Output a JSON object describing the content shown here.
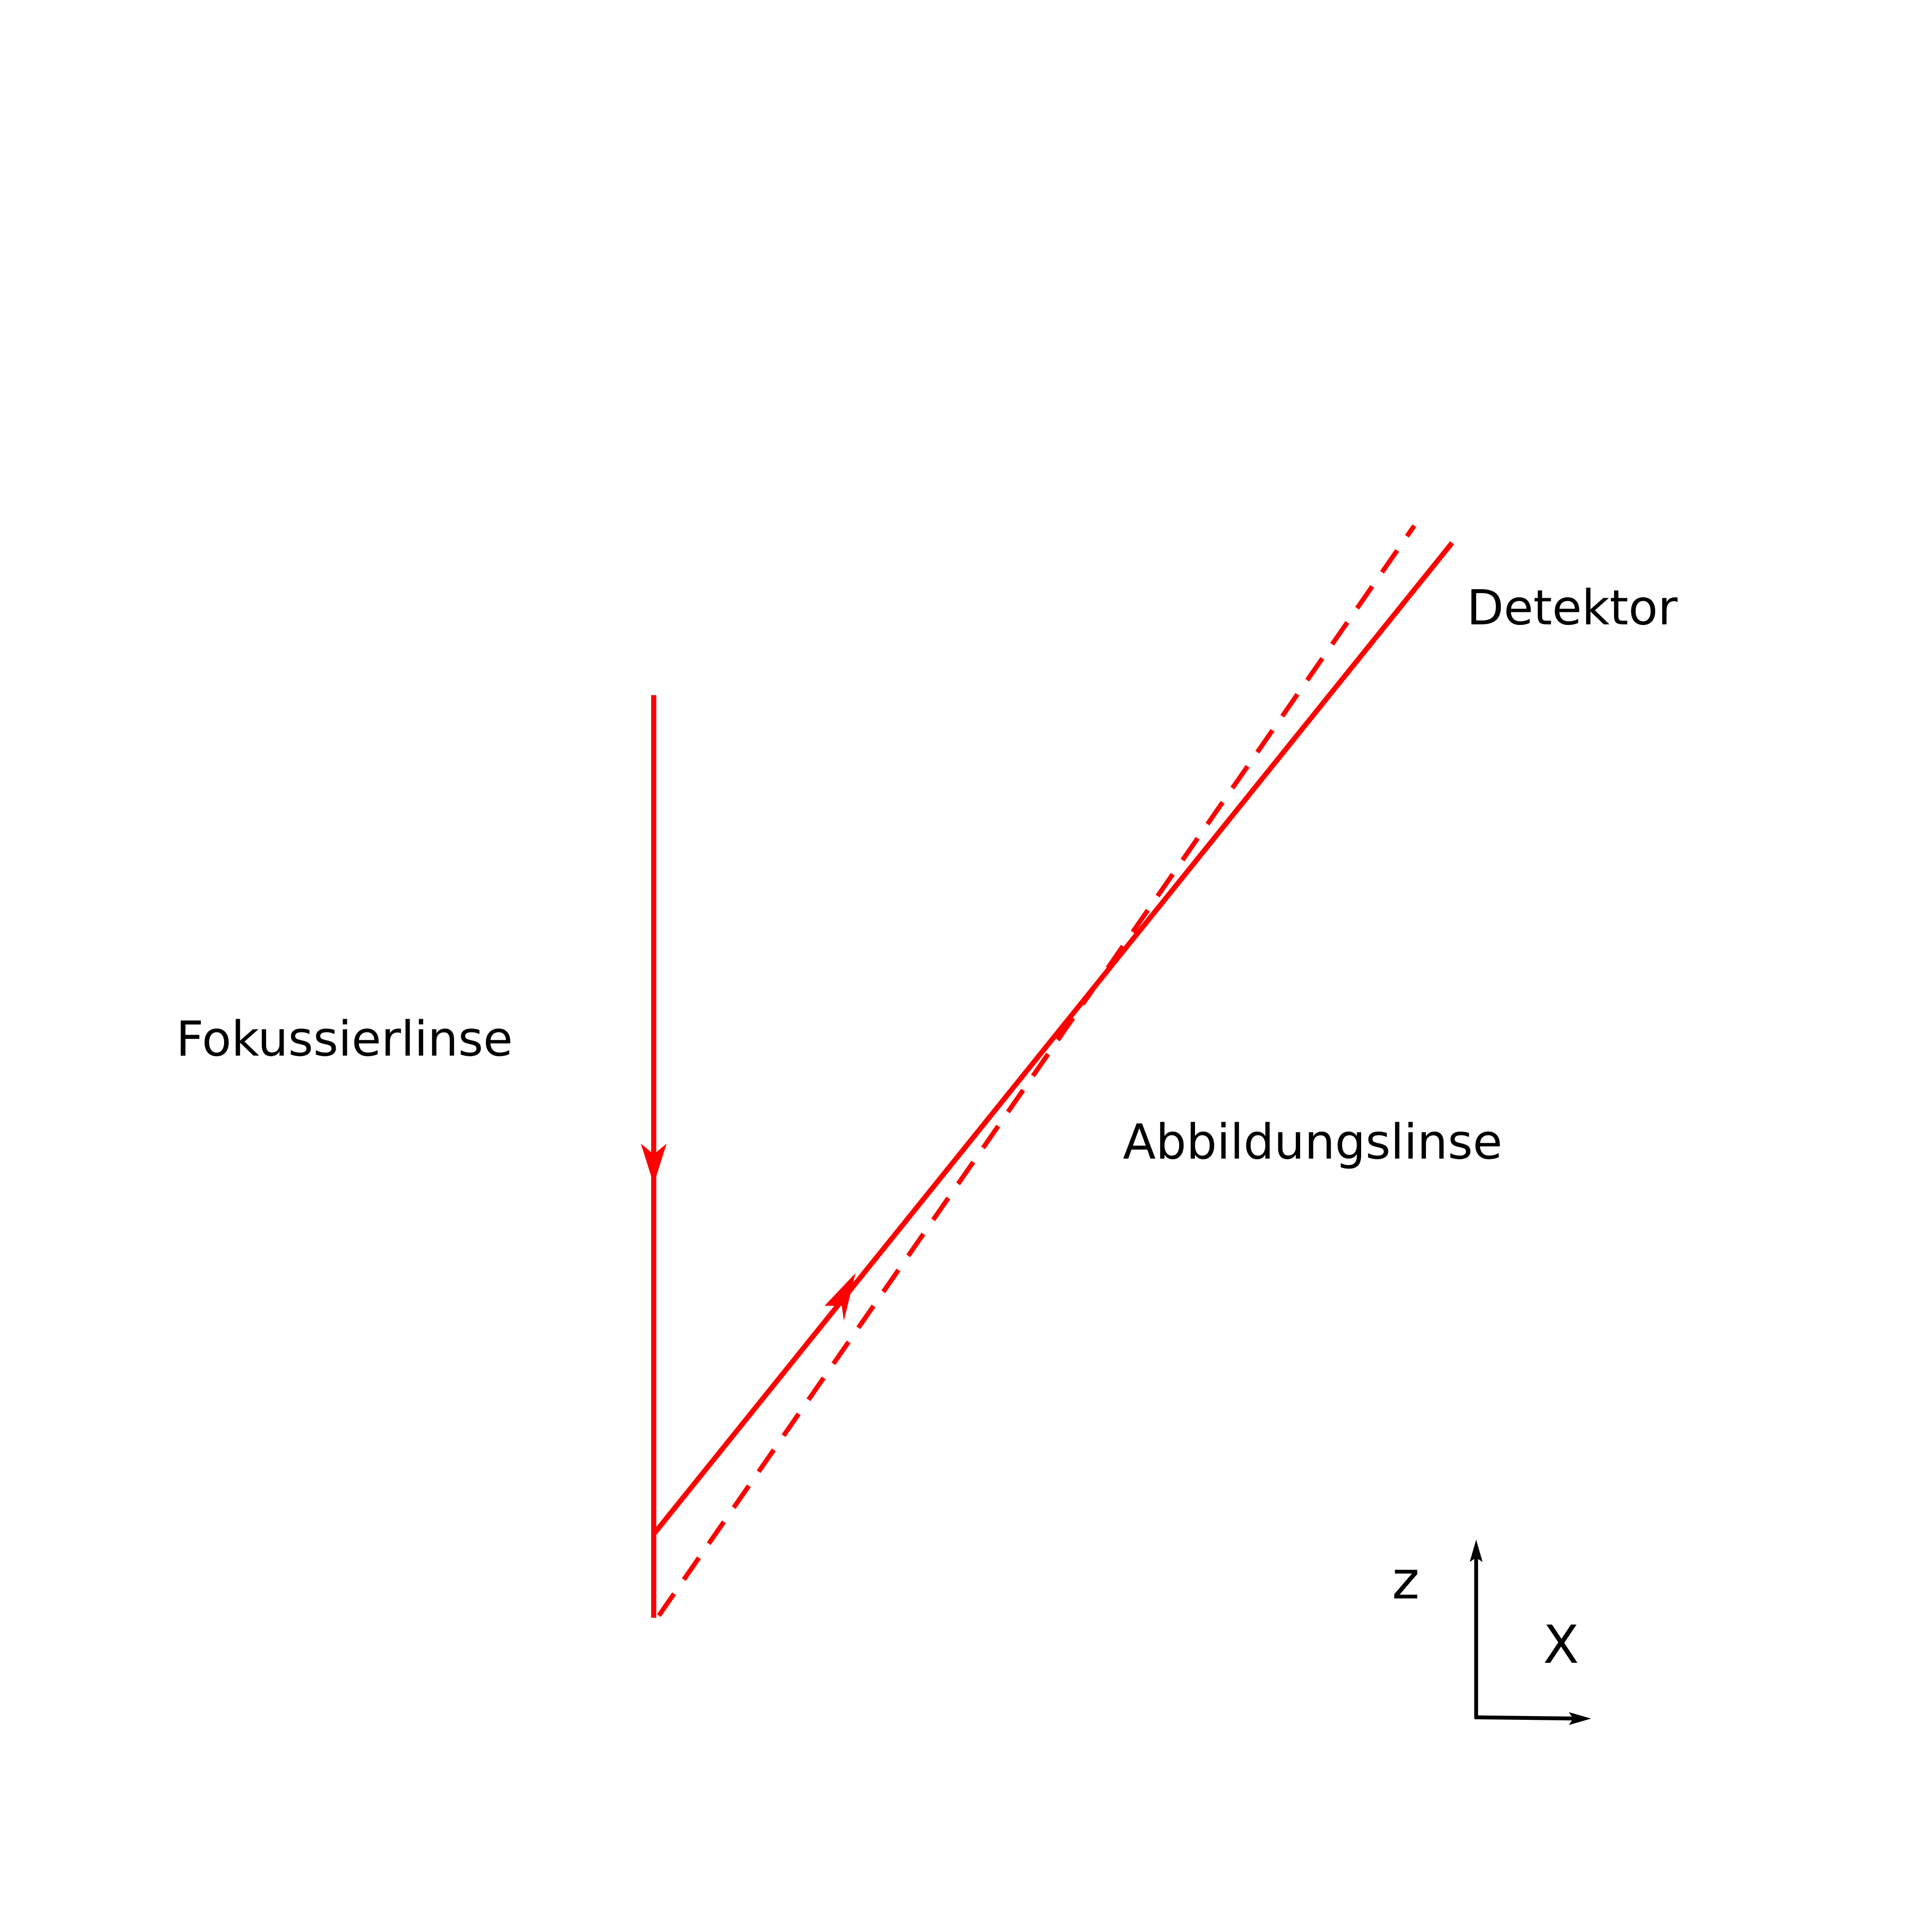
{
  "labels": {
    "detektor": "Detektor",
    "fokussierlinse": "Fokussierlinse",
    "abbildungslinse": "Abbildungslinse"
  },
  "axes": {
    "z_label": "z",
    "x_label": "X"
  },
  "colors": {
    "beam": "#ff0000",
    "axes": "#000000",
    "text": "#000000",
    "background": "#ffffff"
  }
}
